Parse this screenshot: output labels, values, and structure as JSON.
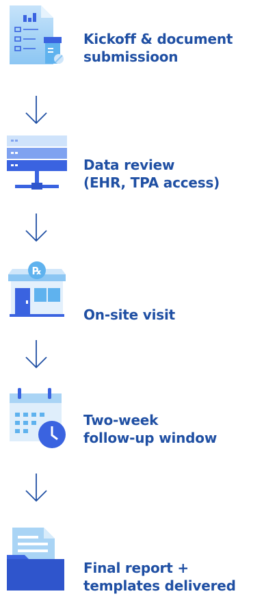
{
  "colors": {
    "text": "#1f4fa3",
    "arrow": "#1f4fa3",
    "icon_light": "#a9d4f5",
    "icon_mid": "#5fb2ee",
    "icon_dark": "#3a63e0"
  },
  "steps": [
    {
      "icon": "document-checklist-icon",
      "label": "Kickoff & document\nsubmissioon"
    },
    {
      "icon": "server-rack-icon",
      "label": "Data review\n(EHR, TPA access)"
    },
    {
      "icon": "pharmacy-building-icon",
      "label": "On-site visit"
    },
    {
      "icon": "calendar-clock-icon",
      "label": "Two-week\nfollow-up window"
    },
    {
      "icon": "folder-report-icon",
      "label": "Final report +\ntemplates delivered"
    }
  ]
}
